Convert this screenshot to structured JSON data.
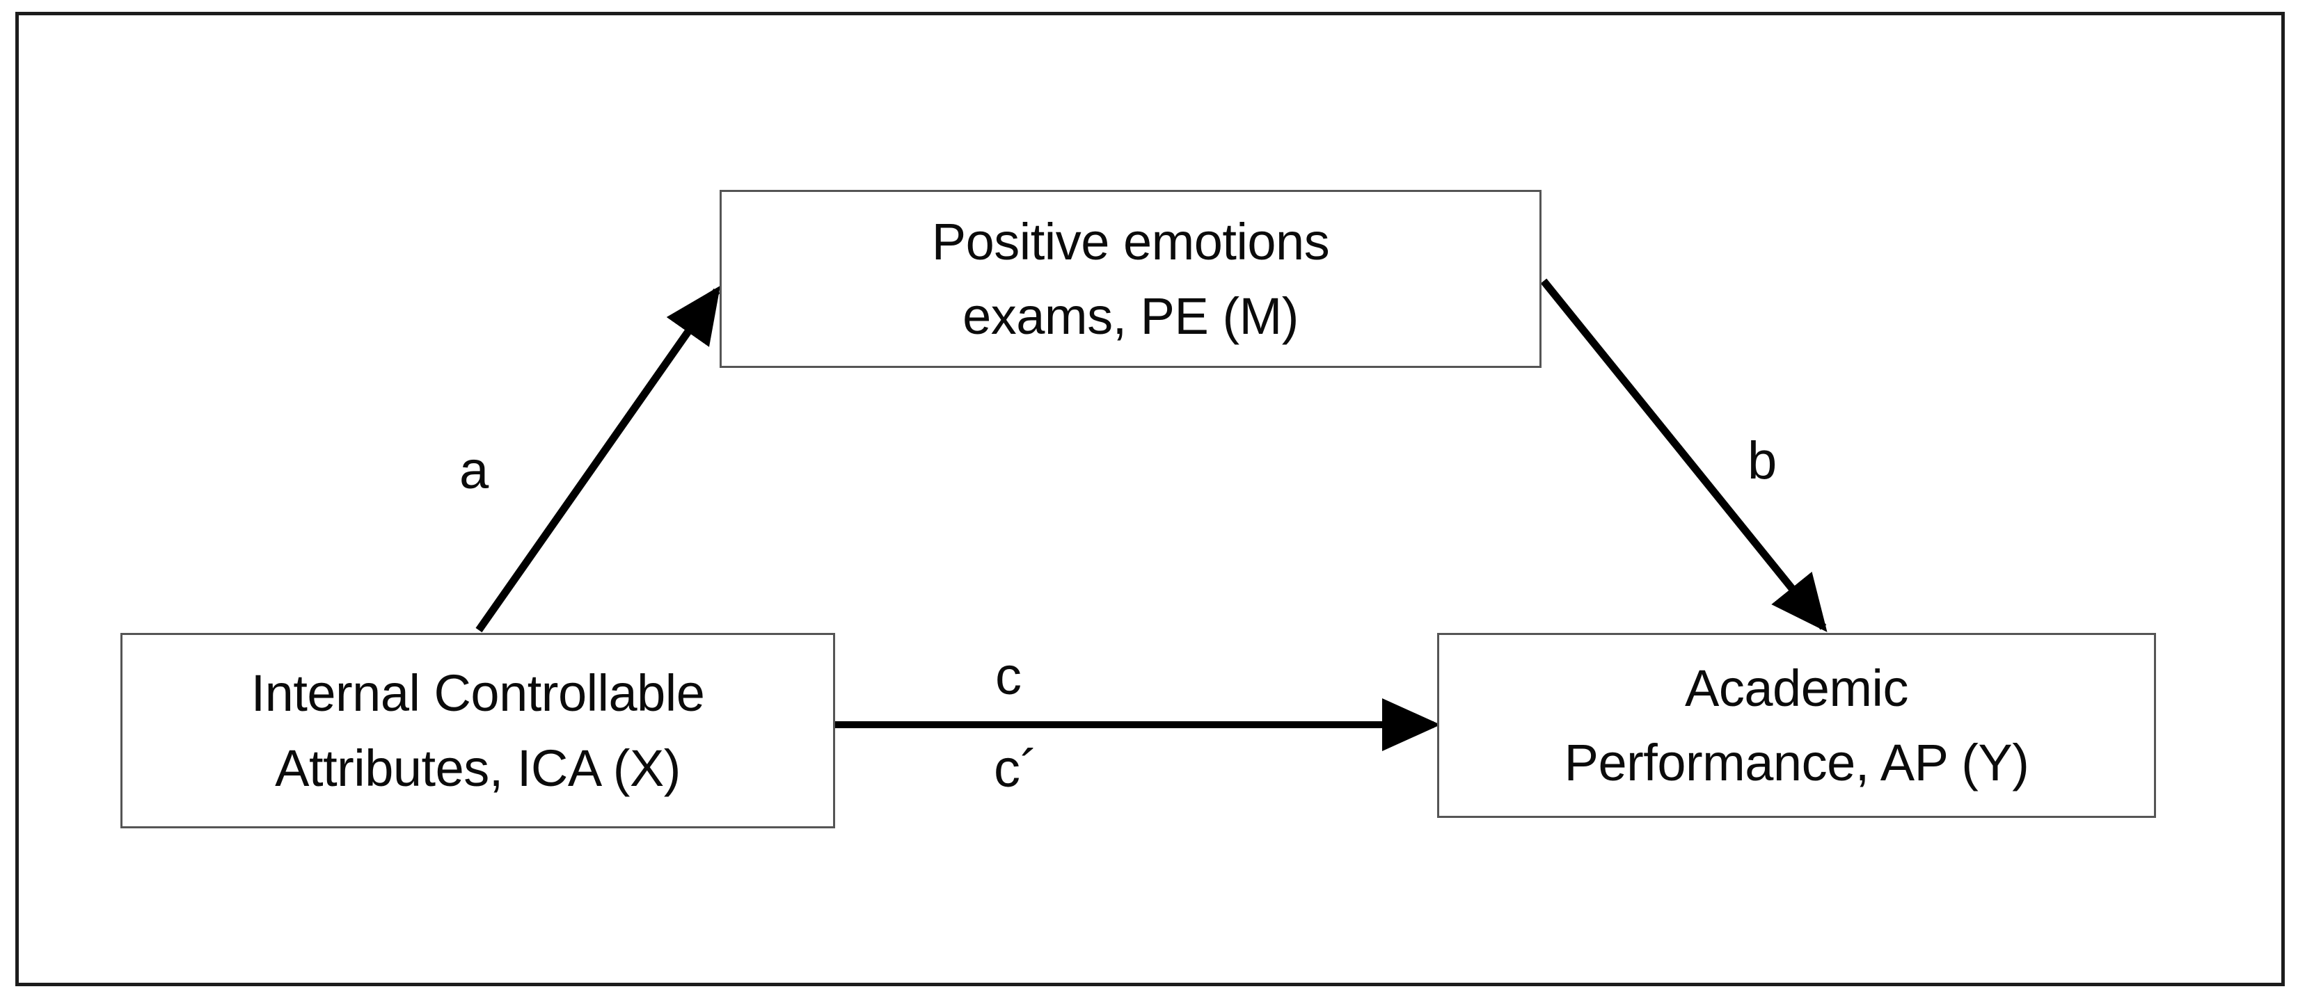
{
  "figure": {
    "kind": "mediation-model-diagram",
    "background_color": "#ffffff",
    "frame_color": "#1c1c1c",
    "box_border_color": "#555555",
    "text_color": "#0b0b0b",
    "arrow_color": "#000000"
  },
  "nodes": {
    "mediator": {
      "role": "M",
      "line1": "Positive emotions",
      "line2": "exams, PE (M)"
    },
    "predictor": {
      "role": "X",
      "line1": "Internal Controllable",
      "line2": "Attributes, ICA (X)"
    },
    "outcome": {
      "role": "Y",
      "line1": "Academic",
      "line2": "Performance, AP (Y)"
    }
  },
  "paths": {
    "a": {
      "label": "a",
      "from": "predictor",
      "to": "mediator",
      "direction": "up-right",
      "arrowhead": "filled-triangle"
    },
    "b": {
      "label": "b",
      "from": "mediator",
      "to": "outcome",
      "direction": "down-right",
      "arrowhead": "filled-triangle"
    },
    "c": {
      "label": "c",
      "from": "predictor",
      "to": "outcome",
      "direction": "right",
      "arrowhead": "filled-triangle"
    },
    "c_prime": {
      "label": "c´",
      "from": "predictor",
      "to": "outcome",
      "direction": "right",
      "note": "direct effect label below the c path line"
    }
  }
}
